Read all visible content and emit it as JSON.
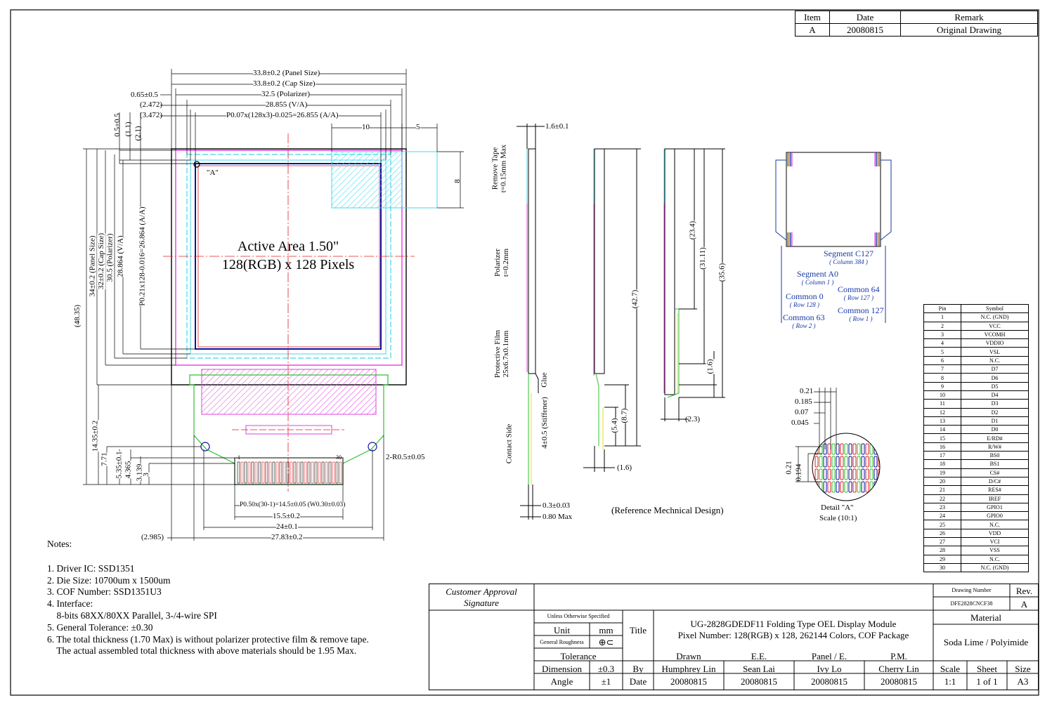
{
  "revision_table": {
    "headers": [
      "Item",
      "Date",
      "Remark"
    ],
    "rows": [
      [
        "A",
        "20080815",
        "Original Drawing"
      ]
    ]
  },
  "drawing": {
    "active_area_line1": "Active Area 1.50\"",
    "active_area_line2": "128(RGB) x 128 Pixels",
    "marker_a": "\"A\"",
    "top_dims": [
      "33.8±0.2 (Panel Size)",
      "33.8±0.2 (Cap Size)",
      "32.5 (Polarizer)",
      "28.855 (V/A)",
      "P0.07x(128x3)-0.025=26.855 (A/A)"
    ],
    "left_offsets": [
      "0.65±0.5",
      "(2.472)",
      "(3.472)"
    ],
    "dim_10": "10",
    "dim_5": "5",
    "dim_8": "8",
    "top_vertical": [
      "0.5±0.5",
      "(1.1)",
      "(2.1)"
    ],
    "left_vertical": [
      "(48.35)",
      "34±0.2 (Panel Size)",
      "32±0.2 (Cap Size)",
      "30.5 (Polarizer)",
      "28.864 (V/A)",
      "P0.21x128-0.016=26.864 (A/A)"
    ],
    "bottom_vertical": [
      "14.35±0.2",
      "7.71",
      "5.35±0.1",
      "4.365",
      "3.139",
      "3"
    ],
    "radius": "2-R0.5±0.05",
    "pin_30": "30",
    "pin_1": "1",
    "bottom_dims": [
      "P0.50x(30-1)=14.5±0.05 (W0.30±0.03)",
      "15.5±0.2",
      "24±0.1",
      "27.83±0.2",
      "(2.985)"
    ]
  },
  "side_view": {
    "t16": "1.6±0.1",
    "remove_tape": [
      "Remove Tape",
      "t=0.15mm Max"
    ],
    "polarizer": [
      "Polarizer",
      "t=0.2mm"
    ],
    "protective_film": [
      "Protective Film",
      "25x6.7x0.1mm"
    ],
    "glue": "Glue",
    "stiffener": "4±0.5 (Stiffener)",
    "contact_side": "Contact Side",
    "bottom_dims": [
      "0.3±0.03",
      "0.80 Max"
    ],
    "dims2": [
      "(42.7)",
      "(5.4)",
      "(8.7)",
      "(1.6)"
    ],
    "dims3": [
      "(23.4)",
      "(31.11)",
      "(35.6)",
      "(1.6)",
      "(2.3)"
    ],
    "caption": "(Reference Mechnical Design)"
  },
  "segment_diagram": {
    "labels": [
      {
        "title": "Segment C127",
        "sub": "( Column 384 )"
      },
      {
        "title": "Segment A0",
        "sub": "( Column 1 )"
      },
      {
        "title": "Common 0",
        "sub": "( Row 128 )"
      },
      {
        "title": "Common 64",
        "sub": "( Row 127 )"
      },
      {
        "title": "Common 127",
        "sub": "( Row 1 )"
      },
      {
        "title": "Common 63",
        "sub": "( Row 2 )"
      }
    ]
  },
  "detail_a": {
    "dims": [
      "0.21",
      "0.185",
      "0.07",
      "0.045"
    ],
    "vdims": [
      "0.21",
      "0.194"
    ],
    "caption1": "Detail \"A\"",
    "caption2": "Scale (10:1)"
  },
  "pin_table": {
    "headers": [
      "Pin",
      "Symbol"
    ],
    "rows": [
      [
        "1",
        "N.C. (GND)"
      ],
      [
        "2",
        "VCC"
      ],
      [
        "3",
        "VCOMH"
      ],
      [
        "4",
        "VDDIO"
      ],
      [
        "5",
        "VSL"
      ],
      [
        "6",
        "N.C."
      ],
      [
        "7",
        "D7"
      ],
      [
        "8",
        "D6"
      ],
      [
        "9",
        "D5"
      ],
      [
        "10",
        "D4"
      ],
      [
        "11",
        "D3"
      ],
      [
        "12",
        "D2"
      ],
      [
        "13",
        "D1"
      ],
      [
        "14",
        "D0"
      ],
      [
        "15",
        "E/RD#"
      ],
      [
        "16",
        "R/W#"
      ],
      [
        "17",
        "BS0"
      ],
      [
        "18",
        "BS1"
      ],
      [
        "19",
        "CS#"
      ],
      [
        "20",
        "D/C#"
      ],
      [
        "21",
        "RES#"
      ],
      [
        "22",
        "IREF"
      ],
      [
        "23",
        "GPIO1"
      ],
      [
        "24",
        "GPIO0"
      ],
      [
        "25",
        "N.C."
      ],
      [
        "26",
        "VDD"
      ],
      [
        "27",
        "VCI"
      ],
      [
        "28",
        "VSS"
      ],
      [
        "29",
        "N.C."
      ],
      [
        "30",
        "N.C. (GND)"
      ]
    ]
  },
  "notes": {
    "title": "Notes:",
    "items": [
      "1. Driver IC: SSD1351",
      "2. Die Size: 10700um x 1500um",
      "3. COF Number: SSD1351U3",
      "4. Interface:",
      "    8-bits 68XX/80XX Parallel, 3-/4-wire SPI",
      "5. General Tolerance: ±0.30",
      "6. The total thickness (1.70 Max) is without polarizer protective film & remove tape.",
      "    The actual assembled total thickness with above materials should be 1.95 Max."
    ]
  },
  "title_block": {
    "approval": [
      "Customer Approval",
      "Signature"
    ],
    "unless": "Unless Otherwise Specified",
    "unit": "Unit",
    "unit_val": "mm",
    "roughness": "General Roughness",
    "tolerance": "Tolerance",
    "dimension": "Dimension",
    "dimension_val": "±0.3",
    "angle": "Angle",
    "angle_val": "±1",
    "title_label": "Title",
    "title_line1": "UG-2828GDEDF11 Folding Type OEL Display Module",
    "title_line2": "Pixel Number: 128(RGB) x 128, 262144 Colors, COF Package",
    "by": "By",
    "date": "Date",
    "roles": [
      "Drawn",
      "E.E.",
      "Panel / E.",
      "P.M."
    ],
    "names": [
      "Humphrey Lin",
      "Sean Lai",
      "Ivy Lo",
      "Cherry Lin"
    ],
    "dates": [
      "20080815",
      "20080815",
      "20080815",
      "20080815"
    ],
    "drawing_number_label": "Drawing Number",
    "drawing_number": "DFE2828CNCF38",
    "rev_label": "Rev.",
    "rev": "A",
    "material_label": "Material",
    "material": "Soda Lime / Polyimide",
    "scale_label": "Scale",
    "scale": "1:1",
    "sheet_label": "Sheet",
    "sheet": "1 of 1",
    "size_label": "Size",
    "size": "A3"
  },
  "colors": {
    "magenta": "#e040e0",
    "cyan": "#40d8e8",
    "blue": "#1010a0",
    "red": "#e02020",
    "green": "#30c030",
    "label_blue": "#1a3aa8"
  }
}
